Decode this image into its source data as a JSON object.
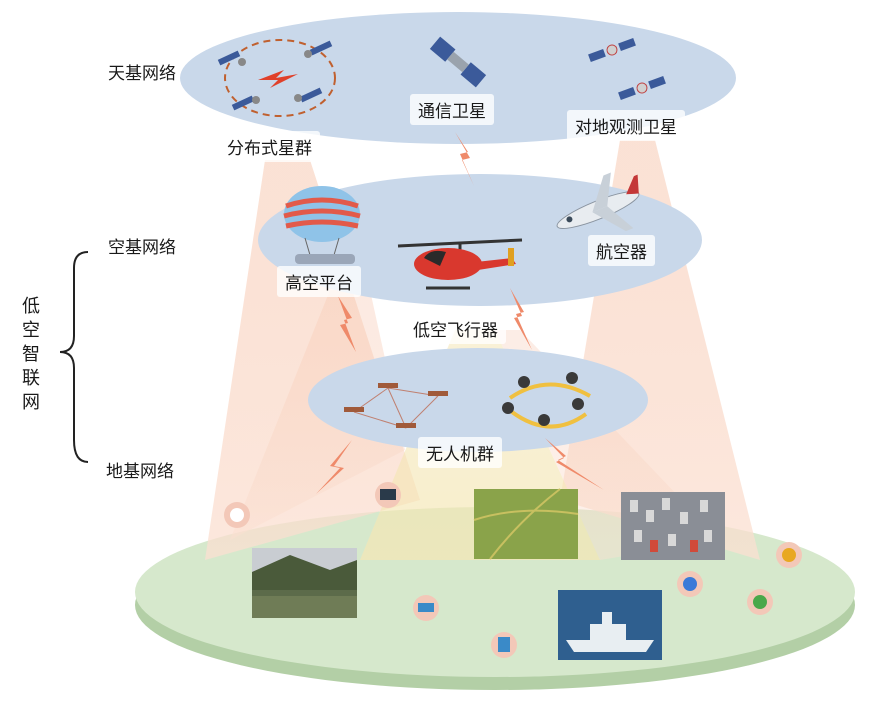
{
  "layers": {
    "space": "天基网络",
    "air": "空基网络",
    "ground": "地基网络"
  },
  "bracket_label": [
    "低",
    "空",
    "智",
    "联",
    "网"
  ],
  "nodes": {
    "constellation": "分布式星群",
    "comm_satellite": "通信卫星",
    "earth_obs_satellite": "对地观测卫星",
    "high_altitude_platform": "高空平台",
    "aircraft": "航空器",
    "low_altitude_vehicle": "低空飞行器",
    "uav_swarm": "无人机群"
  },
  "colors": {
    "space_disc": "#c9d8ea",
    "air_disc": "#c9d8ea",
    "uav_disc": "#c9d8ea",
    "ground_disc": "#cfe3c5",
    "beam": "#f6d2bf",
    "lightning": "#ef8a6a"
  }
}
